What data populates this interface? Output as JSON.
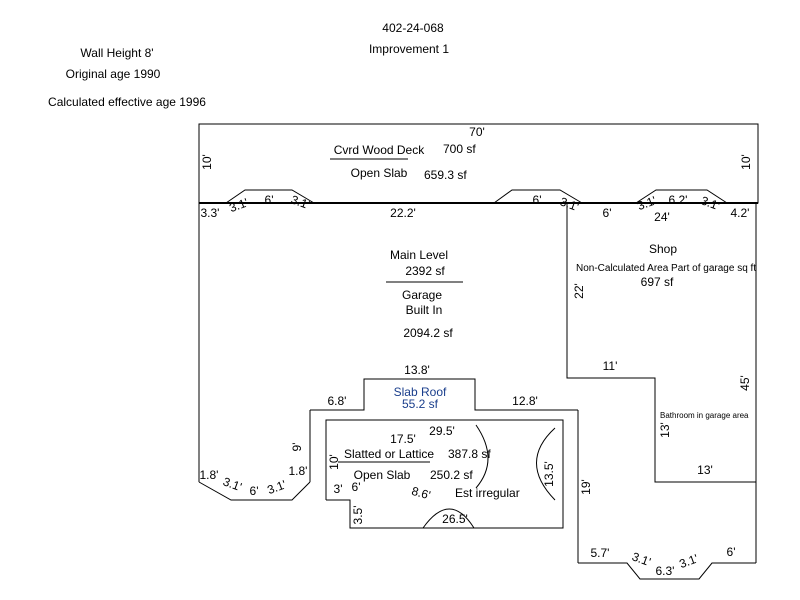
{
  "header": {
    "parcel_id": "402-24-068",
    "improvement": "Improvement 1",
    "wall_height": "Wall Height 8'",
    "original_age": "Original age 1990",
    "effective_age": "Calculated effective age 1996"
  },
  "areas": {
    "deck": {
      "label": "Cvrd Wood Deck",
      "area": "700 sf",
      "sub_label": "Open Slab",
      "sub_area": "659.3 sf"
    },
    "main": {
      "label": "Main Level",
      "area": "2392 sf",
      "sub_label_1": "Garage",
      "sub_label_2": "Built In",
      "sub_area": "2094.2 sf"
    },
    "shop": {
      "label": "Shop",
      "note": "Non-Calculated Area Part of garage sq ft",
      "area": "697 sf"
    },
    "slab_roof": {
      "label": "Slab Roof",
      "area": "55.2 sf"
    },
    "lattice": {
      "label": "Slatted or Lattice",
      "area": "387.8 sf",
      "sub_label": "Open Slab",
      "sub_area": "250.2 sf",
      "note": "Est irregular"
    },
    "bathroom": {
      "label": "Bathroom in garage area"
    }
  },
  "dims": {
    "d70": "70'",
    "d10l": "10'",
    "d10r": "10'",
    "d33": "3.3'",
    "d31a": "3.1'",
    "d6a": "6'",
    "d31b": "3.1'",
    "d222": "22.2'",
    "d6b": "6'",
    "d31c": "3.1'",
    "d6c": "6'",
    "d31d": "3.1'",
    "d62": "6.2'",
    "d31e": "3.1'",
    "d24": "24'",
    "d42": "4.2'",
    "d22": "22'",
    "d11": "11'",
    "d45": "45'",
    "d13v": "13'",
    "d13h": "13'",
    "d138": "13.8'",
    "d68": "6.8'",
    "d128": "12.8'",
    "d9": "9'",
    "d18l": "1.8'",
    "d31f": "3.1'",
    "d6d": "6'",
    "d31g": "3.1'",
    "d18r": "1.8'",
    "d175": "17.5'",
    "d295": "29.5'",
    "d10i": "10'",
    "d135": "13.5'",
    "d3": "3'",
    "d6e": "6'",
    "d86": "8.6'",
    "d35": "3.5'",
    "d265": "26.5'",
    "d19": "19'",
    "d57": "5.7'",
    "d31h": "3.1'",
    "d63": "6.3'",
    "d31i": "3.1'",
    "d6f": "6'"
  }
}
